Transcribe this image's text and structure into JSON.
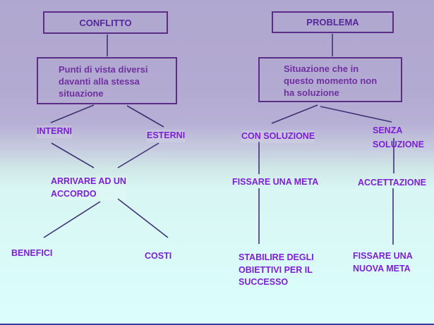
{
  "colors": {
    "label": "#7d1fd6",
    "title": "#54279b",
    "box-border": "#5c2d87",
    "box-text": "#7030a0",
    "line": "#3f3174",
    "bottom-strip": "#3b3b9e"
  },
  "left": {
    "root": "CONFLITTO",
    "definition": [
      "Punti di vista diversi",
      "davanti alla stessa",
      "situazione"
    ],
    "interni": "INTERNI",
    "esterni": "ESTERNI",
    "accordo": [
      "ARRIVARE AD UN",
      "ACCORDO"
    ],
    "benefici": "BENEFICI",
    "costi": "COSTI"
  },
  "right": {
    "root": "PROBLEMA",
    "definition": [
      "Situazione che in",
      "questo momento non",
      "ha soluzione"
    ],
    "con_soluzione": "CON SOLUZIONE",
    "senza_soluzione": [
      "SENZA",
      "SOLUZIONE"
    ],
    "fissare_meta": "FISSARE UNA META",
    "accettazione": "ACCETTAZIONE",
    "obiettivi": [
      "STABILIRE DEGLI",
      "OBIETTIVI PER IL",
      "SUCCESSO"
    ],
    "nuova_meta": [
      "FISSARE UNA",
      "NUOVA META"
    ]
  }
}
